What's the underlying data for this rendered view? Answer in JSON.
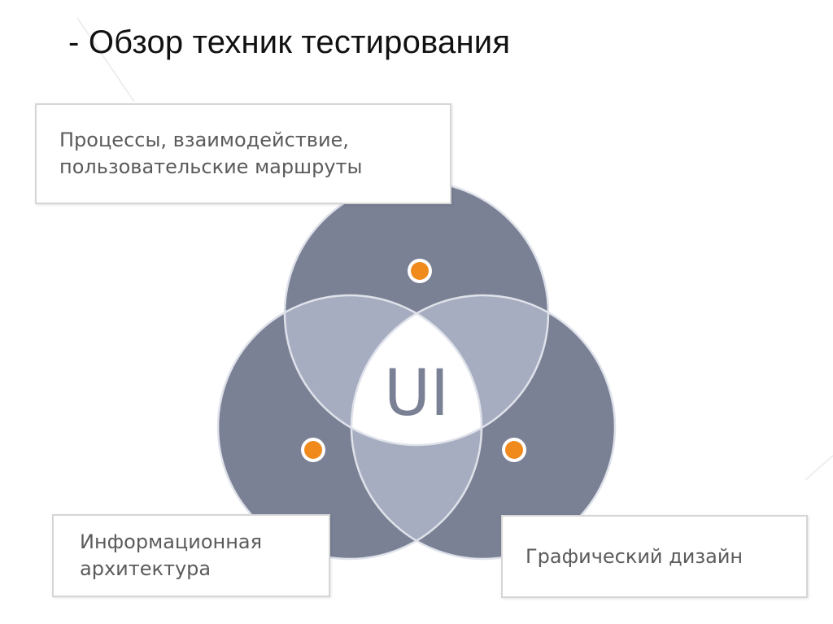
{
  "slide": {
    "title": "- Обзор техник тестирования"
  },
  "diagram": {
    "center_label": "UI",
    "colors": {
      "outer": "#7b8195",
      "overlap": "#a7adc1",
      "center": "#ffffff",
      "center_text": "#7b8195",
      "marker": "#f08a1c"
    },
    "labels": [
      {
        "lines": [
          "Процессы, взаимодействие,",
          "пользовательские маршруты"
        ]
      },
      {
        "lines": [
          "Информационная",
          "архитектура"
        ]
      },
      {
        "lines": [
          "Графический дизайн"
        ]
      }
    ]
  }
}
